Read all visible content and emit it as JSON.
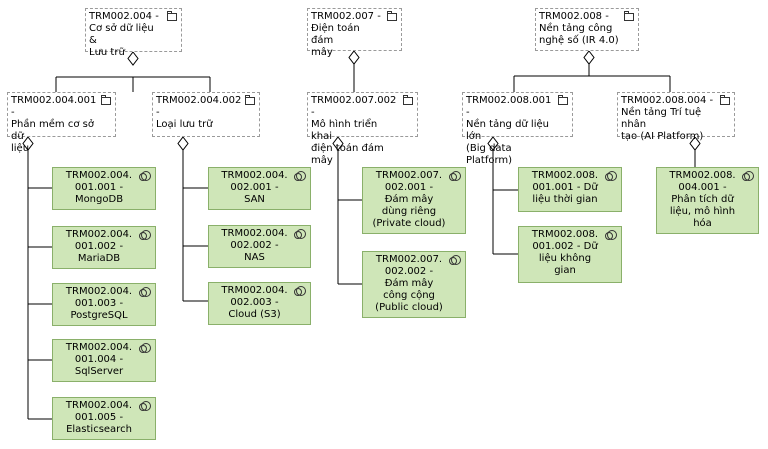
{
  "groups": {
    "trm002_004": "TRM002.004 -\nCơ sở dữ liệu &\nLưu trữ",
    "trm002_004_001": "TRM002.004.001 -\nPhần mềm cơ sở dữ\nliệu",
    "trm002_004_002": "TRM002.004.002 -\nLoại lưu trữ",
    "trm002_007": "TRM002.007 -\nĐiện toán đám\nmây",
    "trm002_007_002": "TRM002.007.002 -\nMô hình triển khai\nđiện toán đám mây",
    "trm002_008": "TRM002.008 -\nNền tảng công\nnghệ số (IR 4.0)",
    "trm002_008_001": "TRM002.008.001 -\nNền tảng dữ liệu lớn\n(Big data Platform)",
    "trm002_008_004": "TRM002.008.004 -\nNền tảng Trí tuệ nhân\ntạo (AI Platform)"
  },
  "components": {
    "mongodb": "TRM002.004.\n001.001 -\nMongoDB",
    "mariadb": "TRM002.004.\n001.002 -\nMariaDB",
    "postgresql": "TRM002.004.\n001.003 -\nPostgreSQL",
    "sqlserver": "TRM002.004.\n001.004 -\nSqlServer",
    "elasticsearch": "TRM002.004.\n001.005 -\nElasticsearch",
    "san": "TRM002.004.\n002.001 -\nSAN",
    "nas": "TRM002.004.\n002.002 -\nNAS",
    "cloud_s3": "TRM002.004.\n002.003 -\nCloud (S3)",
    "private_cloud": "TRM002.007.\n002.001 -\nĐám mây\ndùng riêng\n(Private cloud)",
    "public_cloud": "TRM002.007.\n002.002 -\nĐám mây\ncông cộng\n(Public cloud)",
    "time_data": "TRM002.008.\n001.001 - Dữ\nliệu thời gian",
    "spatial_data": "TRM002.008.\n001.002 - Dữ\nliệu không\ngian",
    "ai_analysis": "TRM002.008.\n004.001 -\nPhân tích dữ\nliệu, mô hình\nhóa"
  },
  "icons": {
    "group": "folder-icon",
    "component": "component-icon"
  },
  "colors": {
    "component_fill": "#cfe6b8",
    "component_border": "#8ab06a",
    "group_border": "#9a9a9a"
  }
}
